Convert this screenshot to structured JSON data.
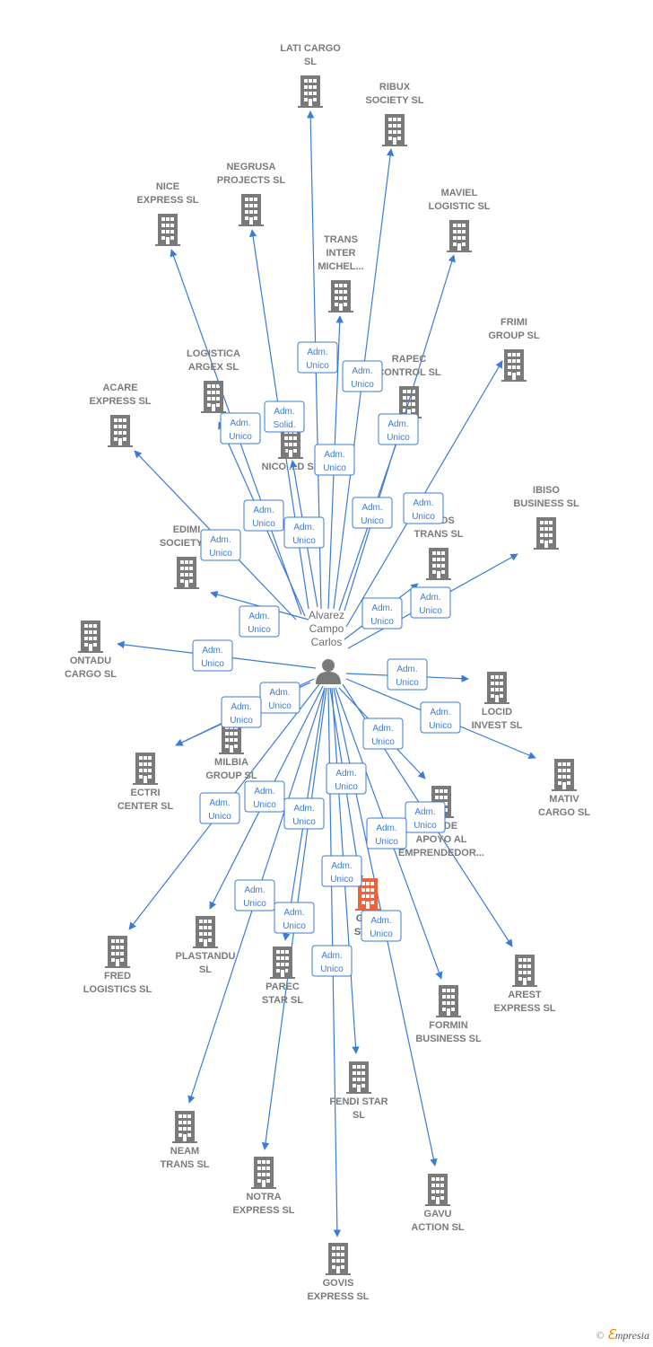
{
  "person": {
    "name_lines": [
      "Alvarez",
      "Campo",
      "Carlos"
    ],
    "icon": "person-icon"
  },
  "colors": {
    "edge": "#3a7bd5",
    "building": "#7a7a7a",
    "highlight": "#f0623a"
  },
  "companies": [
    {
      "id": "lati",
      "lines": [
        "LATI CARGO",
        "SL"
      ]
    },
    {
      "id": "ribux",
      "lines": [
        "RIBUX",
        "SOCIETY  SL"
      ]
    },
    {
      "id": "negrusa",
      "lines": [
        "NEGRUSA",
        "PROJECTS  SL"
      ]
    },
    {
      "id": "nice",
      "lines": [
        "NICE",
        "EXPRESS  SL"
      ]
    },
    {
      "id": "maviel",
      "lines": [
        "MAVIEL",
        "LOGISTIC  SL"
      ]
    },
    {
      "id": "transinter",
      "lines": [
        "TRANS",
        "INTER",
        "MICHEL..."
      ]
    },
    {
      "id": "frimi",
      "lines": [
        "FRIMI",
        "GROUP  SL"
      ]
    },
    {
      "id": "logistica",
      "lines": [
        "LOGISTICA",
        "ARGEX  SL"
      ]
    },
    {
      "id": "rapec",
      "lines": [
        "RAPEC",
        "CONTROL  SL"
      ]
    },
    {
      "id": "acare",
      "lines": [
        "ACARE",
        "EXPRESS  SL"
      ]
    },
    {
      "id": "nico",
      "lines": [
        "NICO  ...D  SL"
      ]
    },
    {
      "id": "ibiso",
      "lines": [
        "IBISO",
        "BUSINESS  SL"
      ]
    },
    {
      "id": "edimi",
      "lines": [
        "EDIMI",
        "SOCIETY ..."
      ]
    },
    {
      "id": "tipos",
      "lines": [
        "...IPOS",
        "TRANS  SL"
      ]
    },
    {
      "id": "ontadu",
      "lines": [
        "ONTADU",
        "CARGO  SL"
      ]
    },
    {
      "id": "locid",
      "lines": [
        "LOCID",
        "INVEST  SL"
      ]
    },
    {
      "id": "milbia",
      "lines": [
        "MILBIA",
        "GROUP  SL"
      ]
    },
    {
      "id": "ectri",
      "lines": [
        "ECTRI",
        "CENTER  SL"
      ]
    },
    {
      "id": "mativ",
      "lines": [
        "MATIV",
        "CARGO  SL"
      ]
    },
    {
      "id": "apoyo",
      "lines": [
        "...O DE",
        "APOYO AL",
        "EMPRENDEDOR..."
      ]
    },
    {
      "id": "gostar",
      "lines": [
        "GO...",
        "STA..."
      ],
      "highlight": true
    },
    {
      "id": "fred",
      "lines": [
        "FRED",
        "LOGISTICS  SL"
      ]
    },
    {
      "id": "plastandu",
      "lines": [
        "PLASTANDU",
        "SL"
      ]
    },
    {
      "id": "parec",
      "lines": [
        "PAREC",
        "STAR  SL"
      ]
    },
    {
      "id": "arest",
      "lines": [
        "AREST",
        "EXPRESS  SL"
      ]
    },
    {
      "id": "formin",
      "lines": [
        "FORMIN",
        "BUSINESS  SL"
      ]
    },
    {
      "id": "fendi",
      "lines": [
        "FENDI STAR",
        "SL"
      ]
    },
    {
      "id": "neam",
      "lines": [
        "NEAM",
        "TRANS  SL"
      ]
    },
    {
      "id": "notra",
      "lines": [
        "NOTRA",
        "EXPRESS  SL"
      ]
    },
    {
      "id": "gavu",
      "lines": [
        "GAVU",
        "ACTION  SL"
      ]
    },
    {
      "id": "govis",
      "lines": [
        "GOVIS",
        "EXPRESS  SL"
      ]
    }
  ],
  "roles": [
    {
      "to": "lati",
      "lines": [
        "Adm.",
        "Unico"
      ]
    },
    {
      "to": "ribux",
      "lines": [
        "Adm.",
        "Unico"
      ]
    },
    {
      "to": "negrusa",
      "lines": [
        "Adm.",
        "Unico"
      ]
    },
    {
      "to": "nice",
      "lines": [
        "Adm.",
        "Unico"
      ]
    },
    {
      "to": "nico",
      "lines": [
        "Adm.",
        "Solid."
      ]
    },
    {
      "to": "transinter",
      "lines": [
        "Adm.",
        "Unico"
      ]
    },
    {
      "to": "rapec",
      "lines": [
        "Adm.",
        "Unico"
      ]
    },
    {
      "to": "maviel",
      "lines": [
        "Adm.",
        "Unico"
      ]
    },
    {
      "to": "logistica",
      "lines": [
        "Adm.",
        "Unico"
      ]
    },
    {
      "to": "frimi",
      "lines": [
        "Adm.",
        "Unico"
      ]
    },
    {
      "to": "acare",
      "lines": [
        "Adm.",
        "Unico"
      ]
    },
    {
      "to": "tipos",
      "lines": [
        "Adm.",
        "Unico"
      ]
    },
    {
      "to": "edimi",
      "lines": [
        "Adm.",
        "Unico"
      ]
    },
    {
      "to": "ibiso",
      "lines": [
        "Adm.",
        "Unico"
      ]
    },
    {
      "to": "ontadu",
      "lines": [
        "Adm.",
        "Unico"
      ]
    },
    {
      "to": "locid",
      "lines": [
        "Adm.",
        "Unico"
      ]
    },
    {
      "to": "mativ",
      "lines": [
        "Adm.",
        "Unico"
      ]
    },
    {
      "to": "milbia",
      "lines": [
        "Adm.",
        "Unico"
      ]
    },
    {
      "to": "ectri",
      "lines": [
        "Adm.",
        "Unico"
      ]
    },
    {
      "to": "apoyo",
      "lines": [
        "Adm.",
        "Unico"
      ]
    },
    {
      "to": "arest",
      "lines": [
        "Adm.",
        "Unico"
      ]
    },
    {
      "to": "fred",
      "lines": [
        "Adm.",
        "Unico"
      ]
    },
    {
      "to": "plastandu",
      "lines": [
        "Adm.",
        "Unico"
      ]
    },
    {
      "to": "parec",
      "lines": [
        "Adm.",
        "Unico"
      ]
    },
    {
      "to": "gostar",
      "lines": [
        "Adm.",
        "Unico"
      ]
    },
    {
      "to": "formin",
      "lines": [
        "Adm.",
        "Unico"
      ]
    },
    {
      "to": "fendi",
      "lines": [
        "Adm.",
        "Unico"
      ]
    },
    {
      "to": "neam",
      "lines": [
        "Adm.",
        "Unico"
      ]
    },
    {
      "to": "notra",
      "lines": [
        "Adm.",
        "Unico"
      ]
    },
    {
      "to": "gavu",
      "lines": [
        "Adm.",
        "Unico"
      ]
    },
    {
      "to": "govis",
      "lines": [
        "Adm.",
        "Unico"
      ]
    }
  ],
  "footer": {
    "copyright": "©",
    "brand_initial": "ℇ",
    "brand_rest": "mpresia"
  }
}
